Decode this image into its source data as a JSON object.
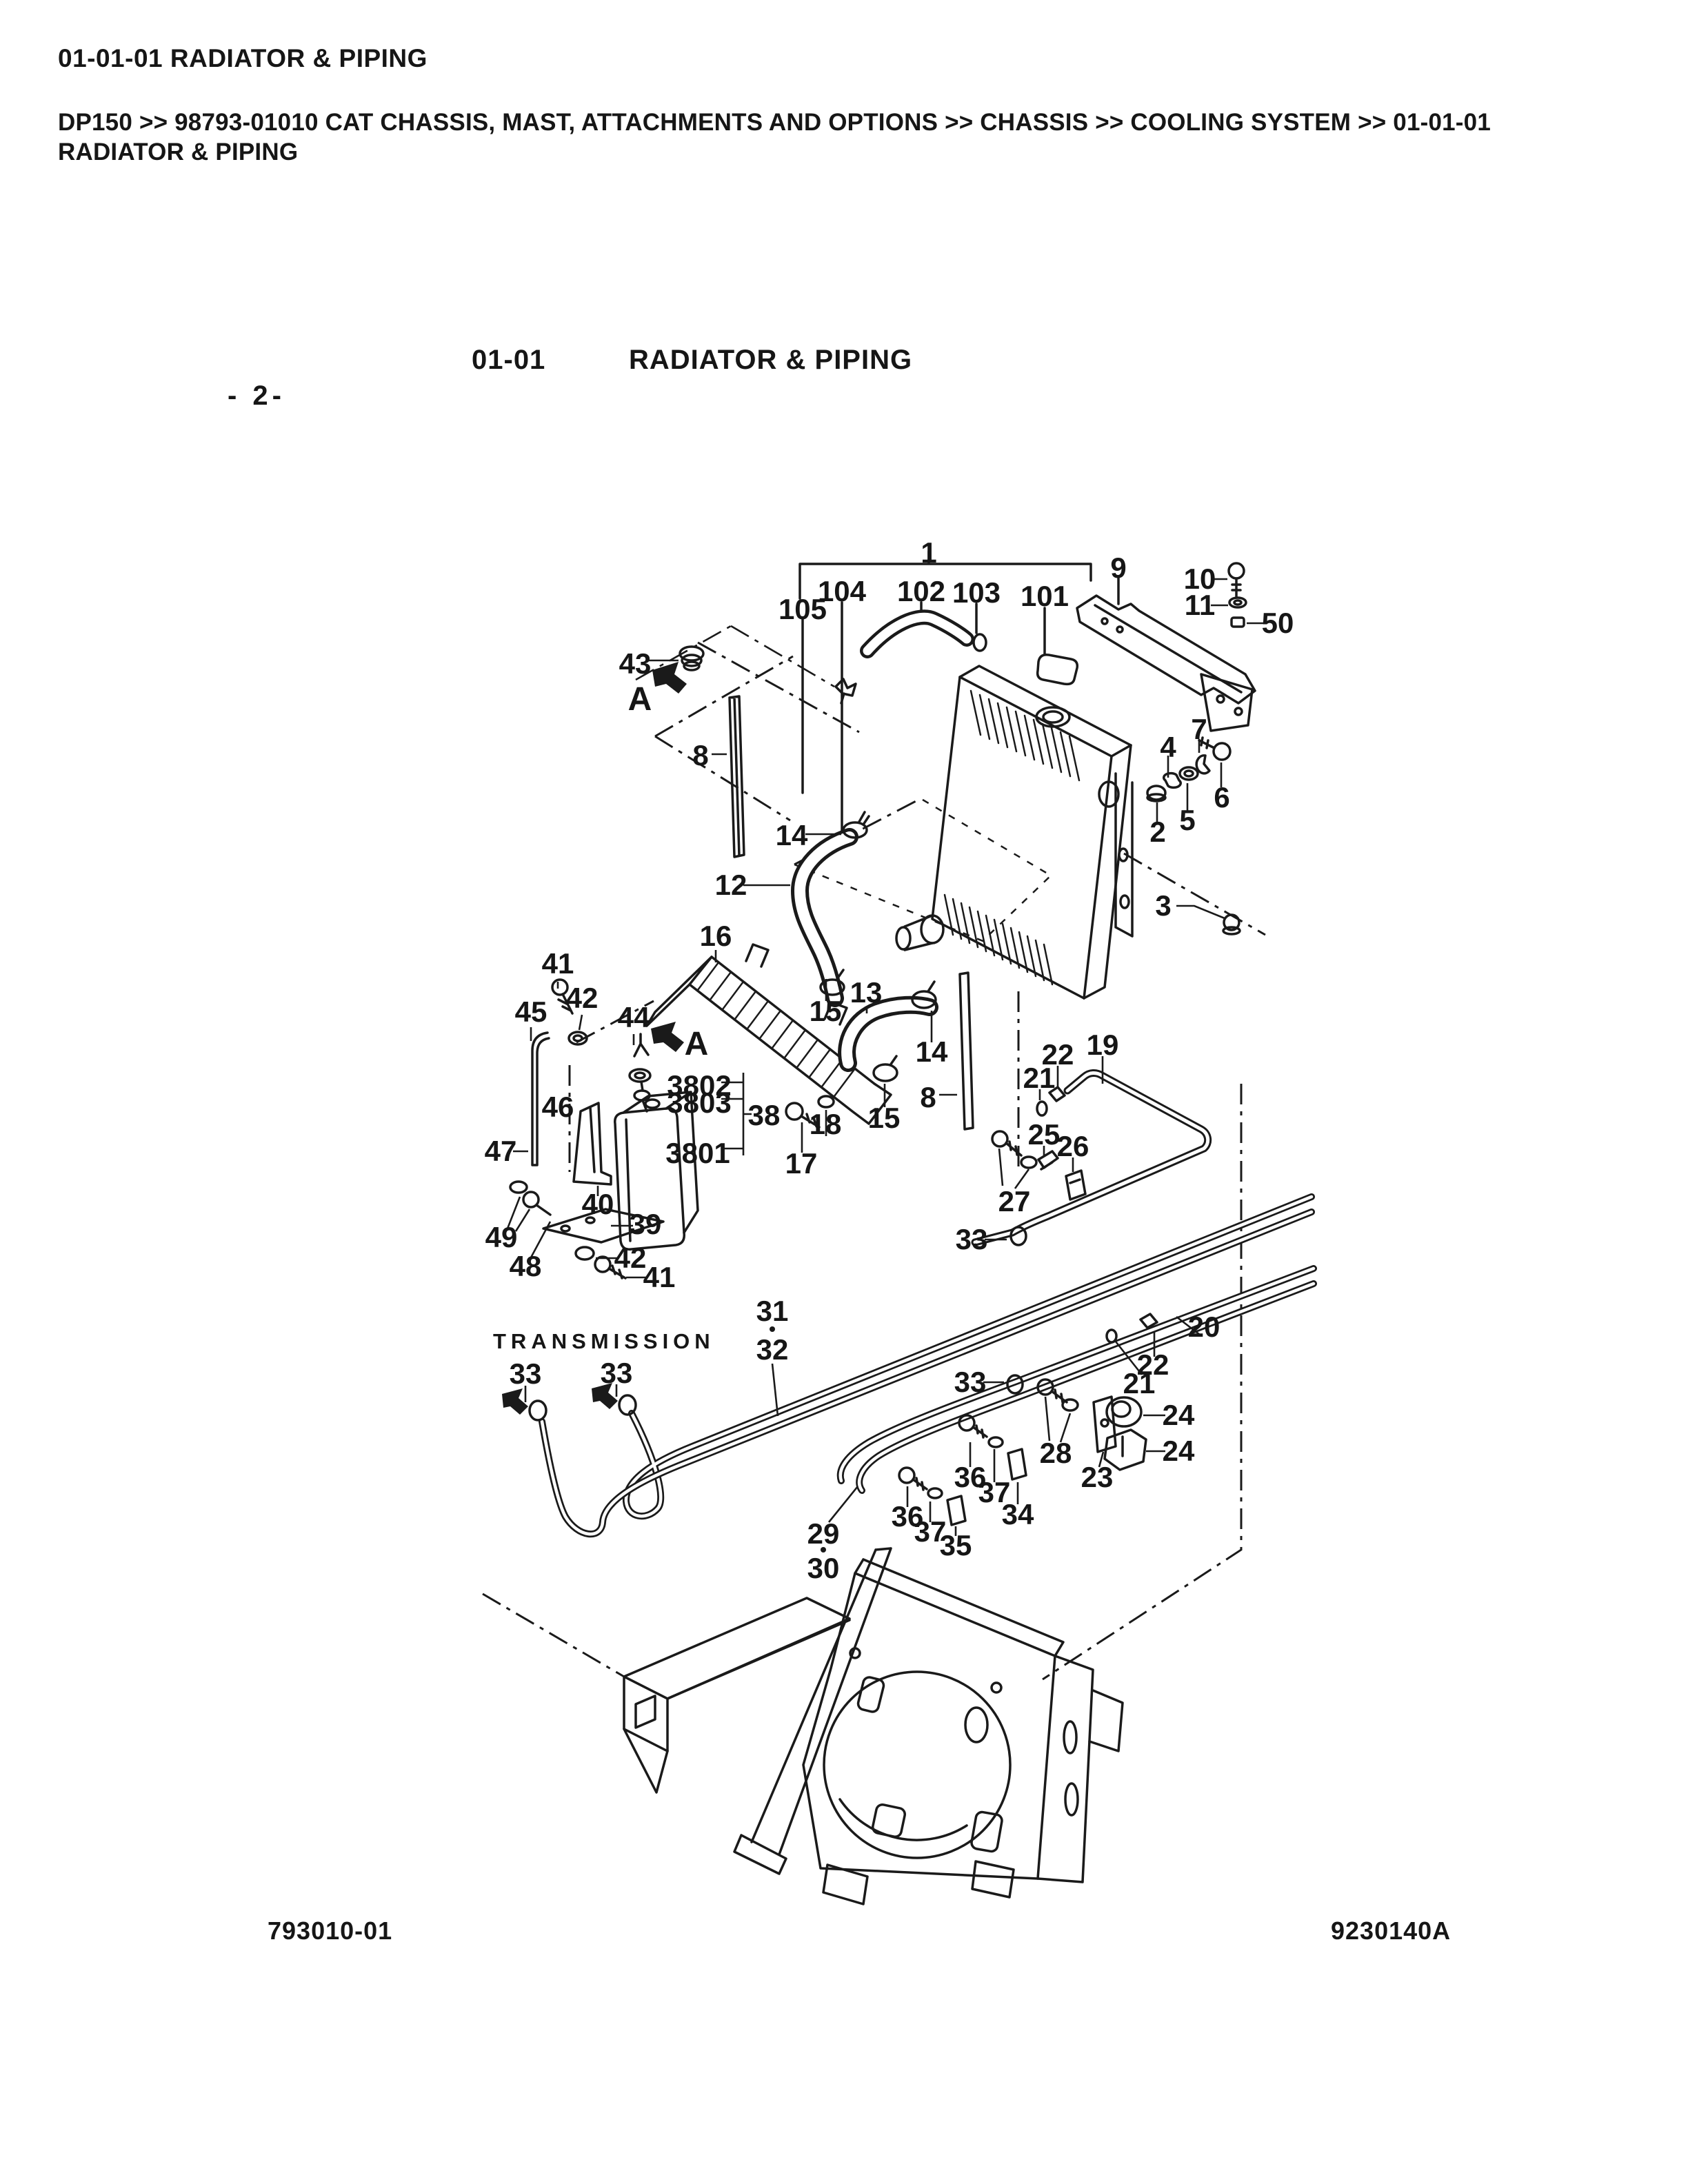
{
  "header": {
    "title": "01-01-01 RADIATOR & PIPING",
    "breadcrumb_line1": "DP150 >> 98793-01010 CAT CHASSIS, MAST, ATTACHMENTS AND OPTIONS >> CHASSIS >> COOLING SYSTEM >> 01-01-01",
    "breadcrumb_line2": "RADIATOR & PIPING"
  },
  "figure": {
    "section_code": "01-01",
    "section_title": "RADIATOR & PIPING",
    "page_marker": "- 2-",
    "transmission_note": "TRANSMISSION"
  },
  "footer": {
    "doc_number_left": "793010-01",
    "doc_number_right": "9230140A"
  },
  "ink": "#1a1a1a",
  "callouts": [
    {
      "t": "1"
    },
    {
      "t": "105"
    },
    {
      "t": "104"
    },
    {
      "t": "102"
    },
    {
      "t": "103"
    },
    {
      "t": "101"
    },
    {
      "t": "9"
    },
    {
      "t": "10"
    },
    {
      "t": "11"
    },
    {
      "t": "50"
    },
    {
      "t": "43"
    },
    {
      "t": "A"
    },
    {
      "t": "8"
    },
    {
      "t": "7"
    },
    {
      "t": "4"
    },
    {
      "t": "5"
    },
    {
      "t": "6"
    },
    {
      "t": "2"
    },
    {
      "t": "14"
    },
    {
      "t": "12"
    },
    {
      "t": "3"
    },
    {
      "t": "16"
    },
    {
      "t": "13"
    },
    {
      "t": "15"
    },
    {
      "t": "14"
    },
    {
      "t": "8"
    },
    {
      "t": "15"
    },
    {
      "t": "41"
    },
    {
      "t": "42"
    },
    {
      "t": "45"
    },
    {
      "t": "44"
    },
    {
      "t": "A"
    },
    {
      "t": "3802"
    },
    {
      "t": "3803"
    },
    {
      "t": "38"
    },
    {
      "t": "3801"
    },
    {
      "t": "46"
    },
    {
      "t": "47"
    },
    {
      "t": "18"
    },
    {
      "t": "17"
    },
    {
      "t": "22"
    },
    {
      "t": "19"
    },
    {
      "t": "21"
    },
    {
      "t": "25"
    },
    {
      "t": "26"
    },
    {
      "t": "27"
    },
    {
      "t": "40"
    },
    {
      "t": "39"
    },
    {
      "t": "49"
    },
    {
      "t": "48"
    },
    {
      "t": "42"
    },
    {
      "t": "41"
    },
    {
      "t": "31"
    },
    {
      "t": "32"
    },
    {
      "t": "33"
    },
    {
      "t": "33"
    },
    {
      "t": "33"
    },
    {
      "t": "20"
    },
    {
      "t": "22"
    },
    {
      "t": "21"
    },
    {
      "t": "33"
    },
    {
      "t": "24"
    },
    {
      "t": "24"
    },
    {
      "t": "28"
    },
    {
      "t": "23"
    },
    {
      "t": "36"
    },
    {
      "t": "37"
    },
    {
      "t": "34"
    },
    {
      "t": "36"
    },
    {
      "t": "37"
    },
    {
      "t": "35"
    },
    {
      "t": "29"
    },
    {
      "t": "30"
    }
  ]
}
